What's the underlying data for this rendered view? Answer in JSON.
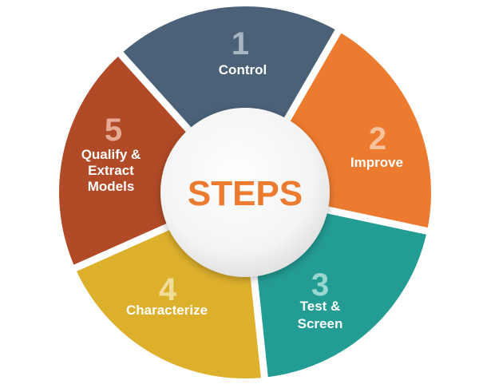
{
  "center": {
    "title": "STEPS",
    "title_color": "#ec7a2f"
  },
  "segments": [
    {
      "number": "1",
      "label_lines": [
        "Control"
      ],
      "color": "#4a6178",
      "number_color": "#a8b6c4"
    },
    {
      "number": "2",
      "label_lines": [
        "Improve"
      ],
      "color": "#ec7a2f",
      "number_color": "#f8c39c"
    },
    {
      "number": "3",
      "label_lines": [
        "Test &",
        "Screen"
      ],
      "color": "#239c94",
      "number_color": "#99d7d1"
    },
    {
      "number": "4",
      "label_lines": [
        "Characterize"
      ],
      "color": "#ddb02c",
      "number_color": "#f1dd9b"
    },
    {
      "number": "5",
      "label_lines": [
        "Qualify &",
        "Extract",
        "Models"
      ],
      "color": "#b14a26",
      "number_color": "#e5ab95"
    }
  ]
}
